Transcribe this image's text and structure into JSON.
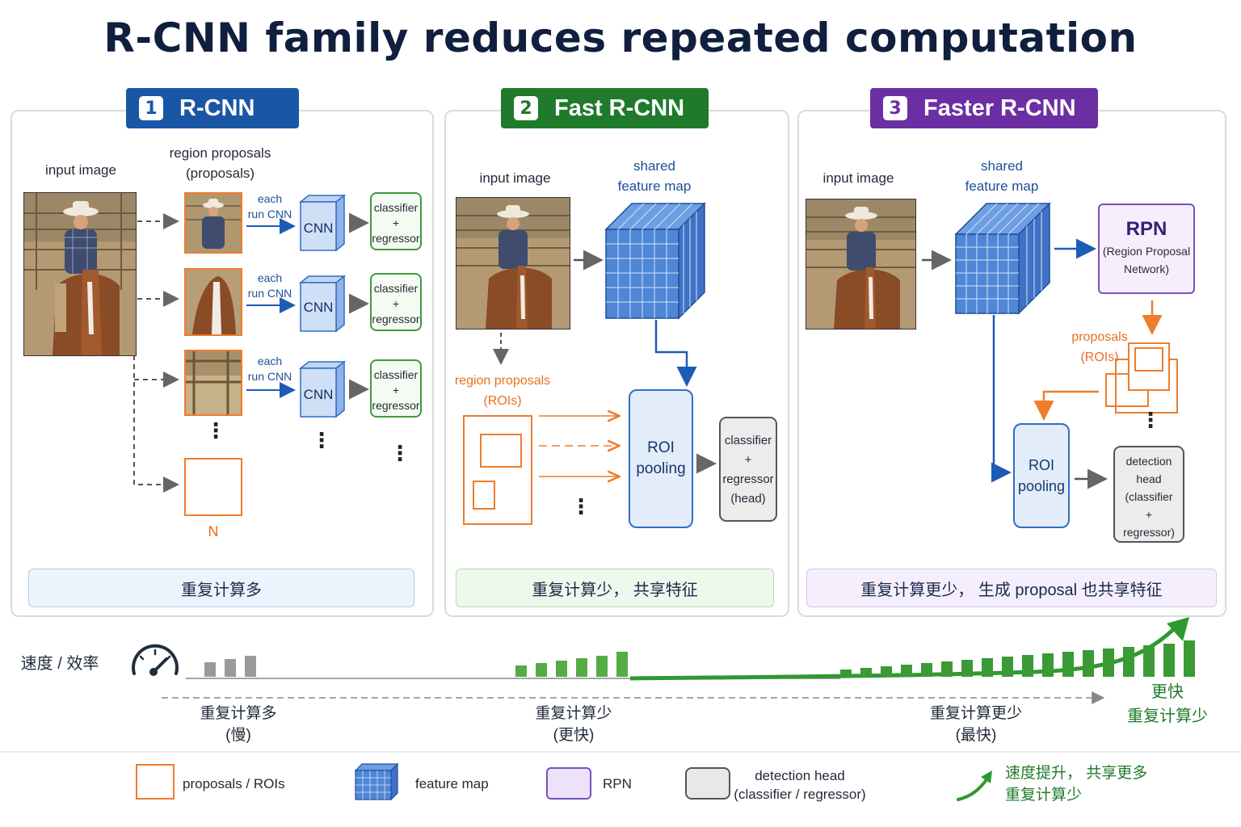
{
  "title": "R-CNN family reduces repeated computation",
  "panels": {
    "rcnn": {
      "number": "1",
      "name": "R-CNN",
      "input_label": "input image",
      "proposals_label": "region proposals\n(proposals)",
      "each_run": "each\nrun CNN",
      "cnn": "CNN",
      "head": "classifier\n+\nregressor",
      "n_label": "N",
      "note": "重复计算多"
    },
    "fast": {
      "number": "2",
      "name": "Fast R-CNN",
      "input_label": "input image",
      "feature_label": "shared\nfeature map",
      "proposals_label": "region proposals\n(ROIs)",
      "roi": "ROI\npooling",
      "head": "classifier\n+\nregressor\n(head)",
      "note": "重复计算少， 共享特征"
    },
    "faster": {
      "number": "3",
      "name": "Faster R-CNN",
      "input_label": "input image",
      "feature_label": "shared\nfeature map",
      "rpn_title": "RPN",
      "rpn_sub": "(Region Proposal\nNetwork)",
      "proposals_label": "proposals\n(ROIs)",
      "roi": "ROI\npooling",
      "head": "detection\nhead\n(classifier\n+\nregressor)",
      "note": "重复计算更少， 生成 proposal 也共享特征"
    }
  },
  "speed": {
    "label": "速度 / 效率",
    "stages": [
      {
        "text": "重复计算多",
        "sub": "(慢)"
      },
      {
        "text": "重复计算少",
        "sub": "(更快)"
      },
      {
        "text": "重复计算更少",
        "sub": "(最快)"
      }
    ],
    "end_label_1": "更快",
    "end_label_2": "重复计算少"
  },
  "legend": {
    "proposals": "proposals / ROIs",
    "feature": "feature map",
    "rpn": "RPN",
    "head": "detection head\n(classifier / regressor)",
    "arrow_1": "速度提升， 共享更多",
    "arrow_2": "重复计算少"
  },
  "colors": {
    "rcnn": "#1a56a6",
    "fast": "#1f7a2b",
    "faster": "#6b2fa3",
    "orange": "#ee7d2c",
    "green": "#3a9a35",
    "gray_bar": "#9a9a9a"
  },
  "icons": [
    "speedometer-icon",
    "trend-arrow-icon",
    "photo-thumbnail"
  ]
}
